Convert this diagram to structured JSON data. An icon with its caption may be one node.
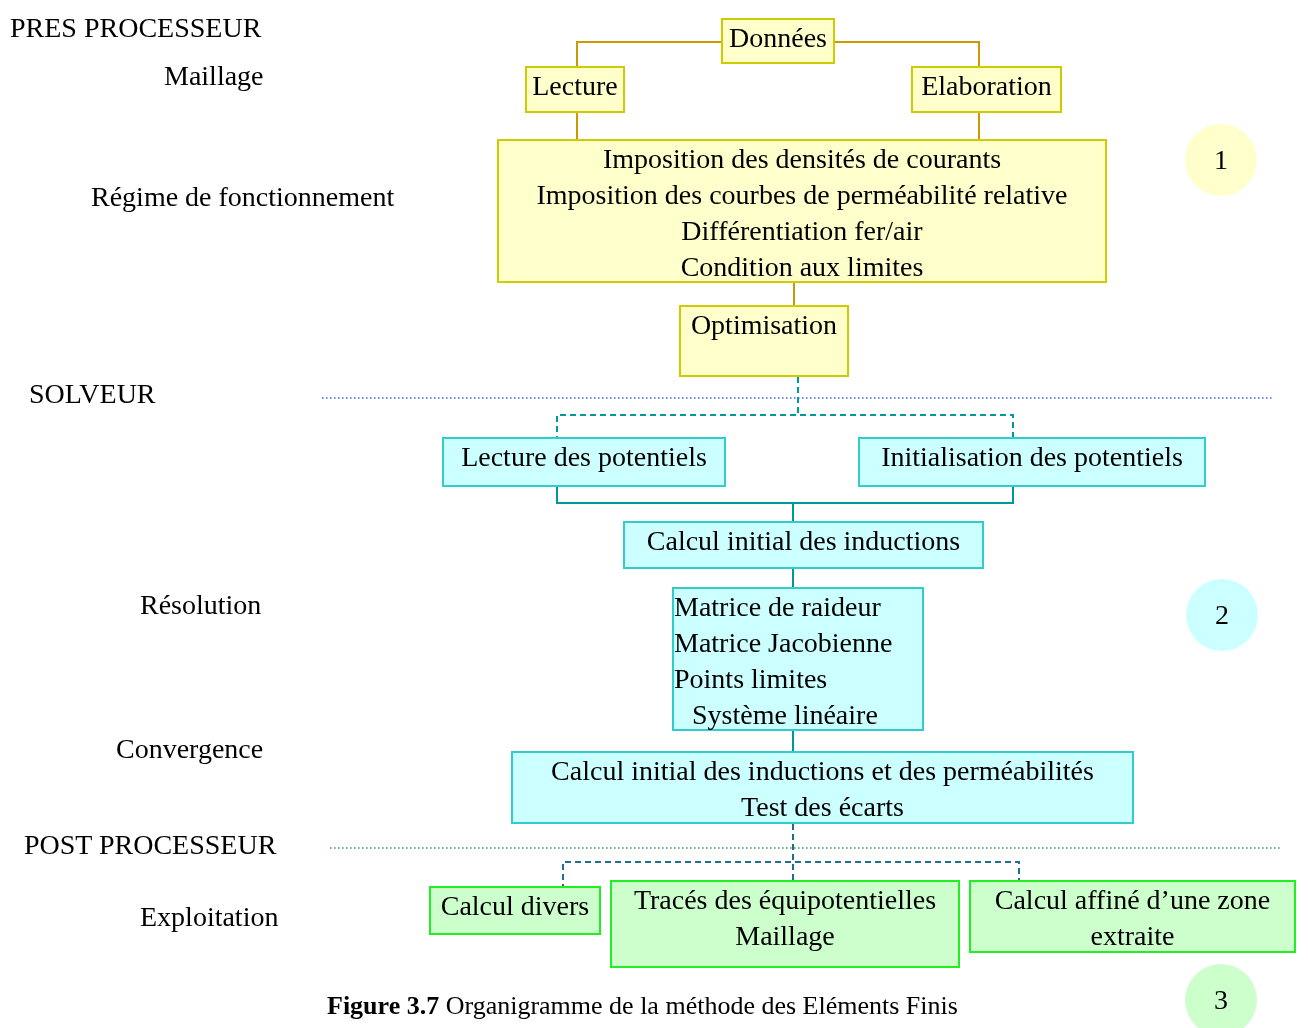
{
  "diagram": {
    "caption": "**Figure 3.7** Organigramme de la méthode des Eléments Finis",
    "nodes": [
      {
        "text": [
          "Données"
        ]
      },
      {
        "text": [
          "Lecture"
        ]
      },
      {
        "text": [
          "Elaboration"
        ]
      },
      {
        "text": [
          "Imposition des densités de courants",
          "Imposition des courbes de perméabilité relative",
          "Différentiation fer/air",
          "Condition aux limites"
        ]
      },
      {
        "text": [
          "Optimisation"
        ]
      },
      {
        "text": [
          "Lecture des potentiels"
        ]
      },
      {
        "text": [
          "Initialisation des potentiels"
        ]
      },
      {
        "text": [
          "Calcul initial des inductions"
        ]
      },
      {
        "text": [
          "Matrice de raideur",
          "Matrice Jacobienne",
          "Points limites",
          "Système linéaire"
        ]
      },
      {
        "text": [
          "Calcul initial des inductions et des perméabilités",
          "Test des écarts"
        ]
      },
      {
        "text": [
          "Calcul divers"
        ]
      },
      {
        "text": [
          "Tracés des équipotentielles",
          "Maillage"
        ]
      },
      {
        "text": [
          "Calcul affiné d’une zone extraite"
        ]
      },
      {
        "text": [
          "1"
        ]
      },
      {
        "text": [
          "2"
        ]
      },
      {
        "text": [
          "3"
        ]
      }
    ],
    "edges": [
      {
        "from": 0,
        "to": 1,
        "arrow": "none",
        "color": "#cc9900"
      },
      {
        "from": 0,
        "to": 2,
        "arrow": "none",
        "color": "#cc9900"
      },
      {
        "from": 1,
        "to": 3,
        "arrow": "none",
        "color": "#cc9900"
      },
      {
        "from": 2,
        "to": 3,
        "arrow": "none",
        "color": "#cc9900"
      },
      {
        "from": 3,
        "to": 4,
        "arrow": "none",
        "color": "#cc9900"
      },
      {
        "from": 4,
        "to": 5,
        "arrow": "none",
        "style": "dashed",
        "color": "#009999"
      },
      {
        "from": 4,
        "to": 6,
        "arrow": "none",
        "style": "dashed",
        "color": "#009999"
      },
      {
        "from": 5,
        "to": 7,
        "arrow": "none",
        "color": "#009999"
      },
      {
        "from": 6,
        "to": 7,
        "arrow": "none",
        "color": "#009999"
      },
      {
        "from": 7,
        "to": 8,
        "arrow": "none",
        "color": "#009999"
      },
      {
        "from": 8,
        "to": 9,
        "arrow": "none",
        "color": "#009999"
      },
      {
        "from": 9,
        "to": 10,
        "arrow": "none",
        "style": "dashed",
        "color": "#1f6f8b"
      },
      {
        "from": 9,
        "to": 11,
        "arrow": "none",
        "style": "dashed",
        "color": "#1f6f8b"
      },
      {
        "from": 9,
        "to": 12,
        "arrow": "none",
        "style": "dashed",
        "color": "#1f6f8b"
      }
    ],
    "labels": [
      "PRES PROCESSEUR",
      "Maillage",
      "Régime de fonctionnement",
      "SOLVEUR",
      "Résolution",
      "Convergence",
      "POST PROCESSEUR",
      "Exploitation"
    ]
  }
}
